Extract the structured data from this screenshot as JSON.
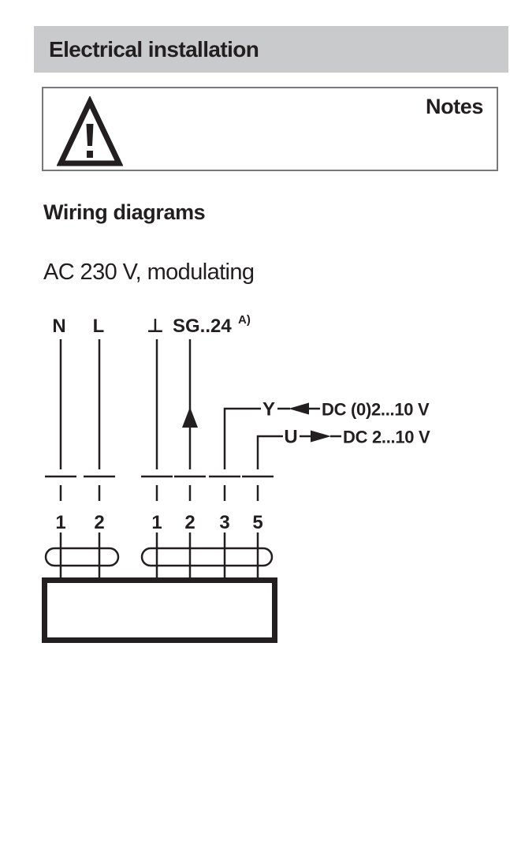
{
  "header": {
    "title": "Electrical installation"
  },
  "notes_box": {
    "label": "Notes",
    "icon": "warning-triangle-icon"
  },
  "headings": {
    "wiring_diagrams": "Wiring diagrams",
    "diagram_subtitle": "AC 230 V, modulating"
  },
  "diagram": {
    "wire_labels": {
      "neutral": "N",
      "line": "L",
      "ground": "⊥",
      "sg": "SG..24",
      "sg_superscript": "A)"
    },
    "signals": {
      "y_label": "Y",
      "y_text": "DC (0)2...10 V",
      "y_arrow": "left-arrow",
      "u_label": "U",
      "u_text": "DC 2...10 V",
      "u_arrow": "right-arrow"
    },
    "terminal_numbers": {
      "left": [
        "1",
        "2"
      ],
      "right": [
        "1",
        "2",
        "3",
        "5"
      ]
    }
  },
  "colors": {
    "ink": "#231f20",
    "header_bg": "#c9cacb",
    "notes_border": "#77787b"
  }
}
